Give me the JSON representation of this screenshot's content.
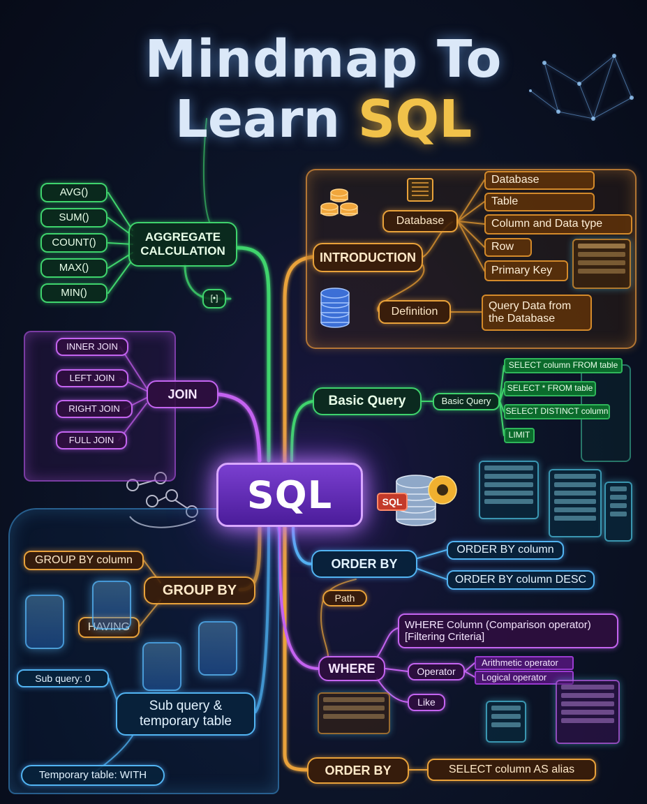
{
  "title": {
    "line1": "Mindmap To",
    "line2_prefix": "Learn ",
    "line2_accent": "SQL"
  },
  "center": {
    "label": "SQL"
  },
  "colors": {
    "green": "#3fd46d",
    "orange": "#e9a23a",
    "purple": "#c464f0",
    "blue": "#52b4f2",
    "background": "#0a1020",
    "title_accent": "#f1c24a"
  },
  "aggregate": {
    "label": "AGGREGATE\nCALCULATION",
    "items": [
      "AVG()",
      "SUM()",
      "COUNT()",
      "MAX()",
      "MIN()"
    ]
  },
  "introduction": {
    "label": "INTRODUCTION",
    "database": {
      "label": "Database",
      "items": [
        "Database",
        "Table",
        "Column and Data type",
        "Row",
        "Primary Key"
      ]
    },
    "definition": {
      "label": "Definition",
      "value": "Query Data from\nthe Database"
    }
  },
  "join": {
    "label": "JOIN",
    "items": [
      "INNER JOIN",
      "LEFT JOIN",
      "RIGHT JOIN",
      "FULL JOIN"
    ]
  },
  "basic_query": {
    "label": "Basic Query",
    "sub_label": "Basic Query",
    "items": [
      "SELECT column FROM table",
      "SELECT * FROM table",
      "SELECT DISTINCT column",
      "LIMIT"
    ]
  },
  "sql_badge": "SQL",
  "order_by_top": {
    "label": "ORDER BY",
    "items": [
      "ORDER BY column",
      "ORDER BY column DESC"
    ]
  },
  "path": {
    "label": "Path"
  },
  "group_by": {
    "label": "GROUP BY",
    "items": [
      "GROUP BY column",
      "HAVING"
    ]
  },
  "where": {
    "label": "WHERE",
    "criteria": "WHERE Column (Comparison operator)\n[Filtering Criteria]",
    "operator": {
      "label": "Operator",
      "items": [
        "Arithmetic operator",
        "Logical operator"
      ]
    },
    "like": "Like"
  },
  "subquery": {
    "label": "Sub query &\ntemporary table",
    "items": [
      "Sub query: 0",
      "Temporary table: WITH"
    ]
  },
  "order_by_bottom": {
    "label": "ORDER BY",
    "items": [
      "SELECT column AS alias"
    ]
  }
}
